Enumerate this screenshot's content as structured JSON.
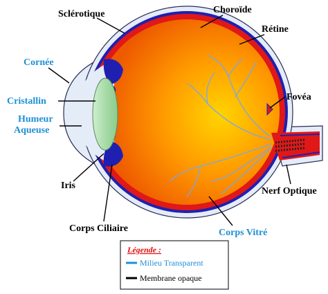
{
  "labels": {
    "sclerotique": "Sclérotique",
    "choroide": "Choroïde",
    "retine": "Rétine",
    "cornee": "Cornée",
    "cristallin": "Cristallin",
    "humeur_line1": "Humeur",
    "humeur_line2": "Aqueuse",
    "fovea": "Fovéa",
    "iris": "Iris",
    "nerf_optique": "Nerf Optique",
    "corps_ciliaire": "Corps Ciliaire",
    "corps_vitre": "Corps Vitré"
  },
  "legend": {
    "title": "Légende :",
    "items": [
      {
        "label": "Milieu Transparent",
        "color": "#1e8fd6"
      },
      {
        "label": "Membrane opaque",
        "color": "#000000"
      }
    ]
  },
  "colors": {
    "sclera_fill": "#e4ecf8",
    "sclera_outline": "#2a2a55",
    "choroid": "#2020b0",
    "retina": "#e01818",
    "vitreous_center": "#ffd400",
    "vitreous_mid": "#ff9a00",
    "vitreous_edge": "#ee5a00",
    "lens": "#a9dba9",
    "vessel": "#7aa6e8",
    "transparent_label": "#1e8fd6"
  }
}
